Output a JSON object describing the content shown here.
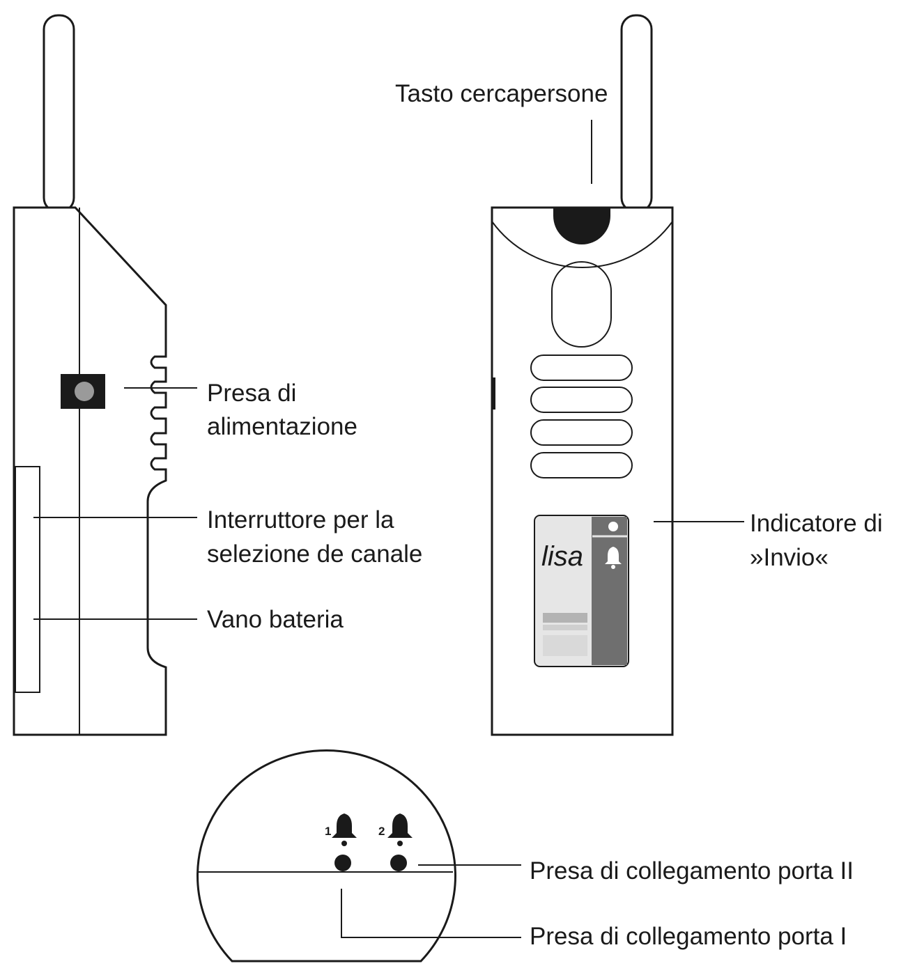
{
  "labels": {
    "paging_button": "Tasto cercapersone",
    "power_socket_line1": "Presa di",
    "power_socket_line2": "alimentazione",
    "channel_switch_line1": "Interruttore per la",
    "channel_switch_line2": "selezione de canale",
    "battery_compartment": "Vano bateria",
    "send_indicator_line1": "Indicatore di",
    "send_indicator_line2": "»Invio«",
    "door_port_2": "Presa di collegamento porta II",
    "door_port_1": "Presa di collegamento porta I"
  },
  "device": {
    "logo_text": "lisa",
    "port_numbers": [
      "1",
      "2"
    ]
  },
  "icons": [
    "bell-icon",
    "led-icon"
  ],
  "colors": {
    "ink": "#1a1a1a",
    "panel_gray": "#6f6f6f",
    "panel_light": "#e6e6e6"
  }
}
